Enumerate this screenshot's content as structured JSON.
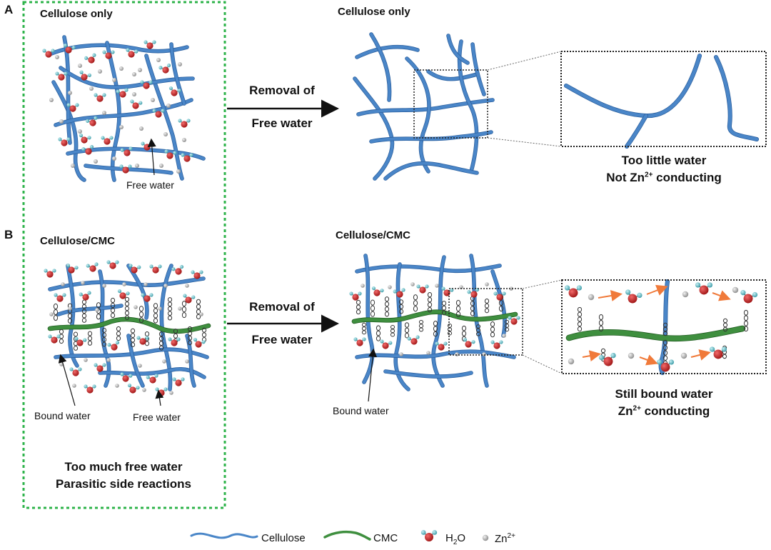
{
  "panel_a": {
    "letter": "A",
    "left_title": "Cellulose only",
    "left_note": "Free water",
    "arrow_line1": "Removal of",
    "arrow_line2": "Free water",
    "right_title": "Cellulose only",
    "caption_line1": "Too little water",
    "caption_line2_pre": "Not Zn",
    "caption_line2_sup": "2+",
    "caption_line2_post": " conducting"
  },
  "panel_b": {
    "letter": "B",
    "left_title": "Cellulose/CMC",
    "left_note_bound": "Bound water",
    "left_note_free": "Free water",
    "left_caption_line1": "Too much free water",
    "left_caption_line2": "Parasitic side reactions",
    "arrow_line1": "Removal of",
    "arrow_line2": "Free water",
    "right_title": "Cellulose/CMC",
    "right_note_bound": "Bound water",
    "caption_line1": "Still bound water",
    "caption_line2_pre": "Zn",
    "caption_line2_sup": "2+",
    "caption_line2_post": " conducting"
  },
  "legend": {
    "cellulose": "Cellulose",
    "cmc": "CMC",
    "h2o_pre": "H",
    "h2o_sub": "2",
    "h2o_post": "O",
    "zn_pre": "Zn",
    "zn_sup": "2+"
  },
  "colors": {
    "cellulose": "#4a86c8",
    "cmc": "#3f8f3f",
    "oxygen": "#c8282a",
    "hydrogen": "#6ec6cf",
    "zinc": "#aaaaaa",
    "arrow_orange": "#f07a3a",
    "frame_green": "#2db34a"
  }
}
